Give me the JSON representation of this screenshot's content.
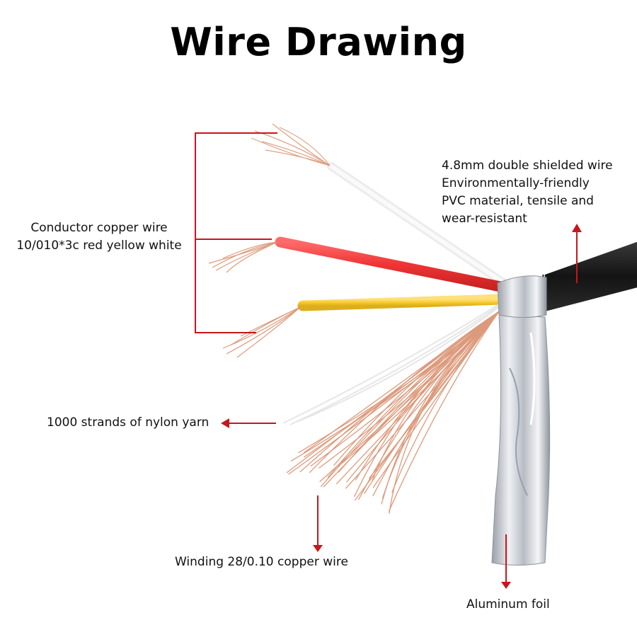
{
  "title": "Wire Drawing",
  "labels": {
    "conductor_line1": "Conductor copper wire",
    "conductor_line2": "10/010*3c red yellow white",
    "shield_line1": "4.8mm double shielded wire",
    "shield_line2": "Environmentally-friendly",
    "shield_line3": "PVC material, tensile and",
    "shield_line4": "wear-resistant",
    "nylon": "1000 strands of nylon yarn",
    "winding": "Winding 28/0.10 copper wire",
    "foil": "Aluminum foil"
  },
  "colors": {
    "annotation": "#c8161d",
    "jacket": "#1c1c1c",
    "red_wire": "#ef3b3b",
    "yellow_wire": "#f7cf3a",
    "white_wire": "#f2f2f2",
    "copper": "#d9906e",
    "foil": "#c8ccd2"
  }
}
